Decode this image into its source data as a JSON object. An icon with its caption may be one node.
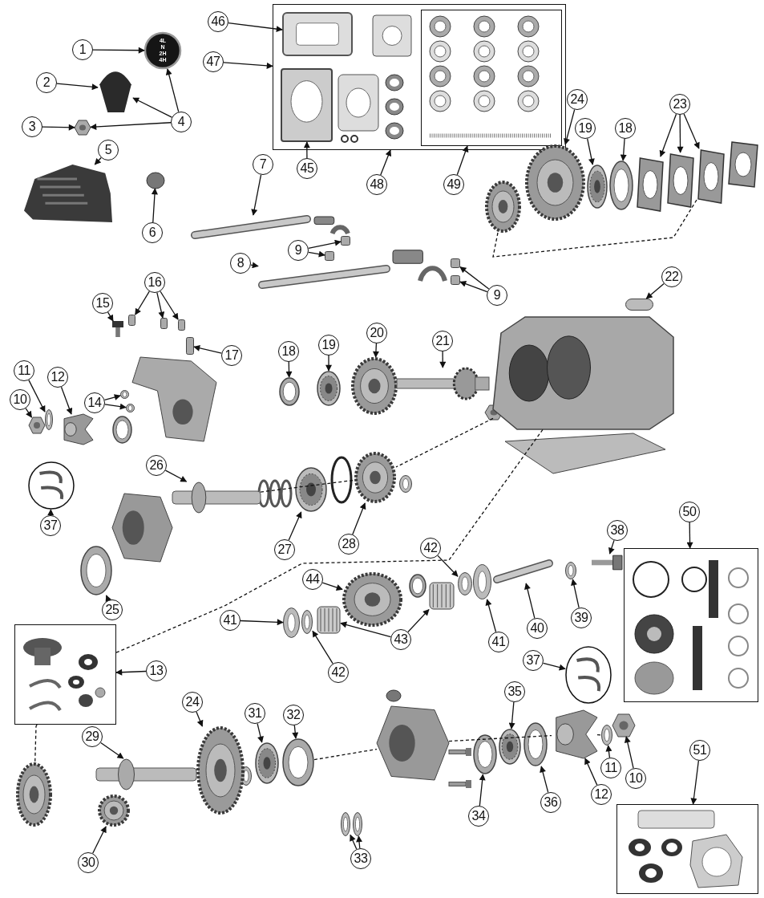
{
  "diagram": {
    "nodes": [
      {
        "text": [
          "1"
        ]
      },
      {
        "text": [
          "46"
        ]
      },
      {
        "text": [
          "47"
        ]
      },
      {
        "text": [
          "2"
        ]
      },
      {
        "text": [
          "24"
        ]
      },
      {
        "text": [
          "23"
        ]
      },
      {
        "text": [
          "4"
        ]
      },
      {
        "text": [
          "3"
        ]
      },
      {
        "text": [
          "19"
        ]
      },
      {
        "text": [
          "18"
        ]
      },
      {
        "text": [
          "7"
        ]
      },
      {
        "text": [
          "5"
        ]
      },
      {
        "text": [
          "45"
        ]
      },
      {
        "text": [
          "48"
        ]
      },
      {
        "text": [
          "49"
        ]
      },
      {
        "text": [
          "6"
        ]
      },
      {
        "text": [
          "9"
        ]
      },
      {
        "text": [
          "8"
        ]
      },
      {
        "text": [
          "22"
        ]
      },
      {
        "text": [
          "16"
        ]
      },
      {
        "text": [
          "9"
        ]
      },
      {
        "text": [
          "15"
        ]
      },
      {
        "text": [
          "20"
        ]
      },
      {
        "text": [
          "18"
        ]
      },
      {
        "text": [
          "19"
        ]
      },
      {
        "text": [
          "21"
        ]
      },
      {
        "text": [
          "17"
        ]
      },
      {
        "text": [
          "11"
        ]
      },
      {
        "text": [
          "12"
        ]
      },
      {
        "text": [
          "10"
        ]
      },
      {
        "text": [
          "14"
        ]
      },
      {
        "text": [
          "26"
        ]
      },
      {
        "text": [
          "38"
        ]
      },
      {
        "text": [
          "50"
        ]
      },
      {
        "text": [
          "37"
        ]
      },
      {
        "text": [
          "42"
        ]
      },
      {
        "text": [
          "27"
        ]
      },
      {
        "text": [
          "28"
        ]
      },
      {
        "text": [
          "44"
        ]
      },
      {
        "text": [
          "25"
        ]
      },
      {
        "text": [
          "41"
        ]
      },
      {
        "text": [
          "39"
        ]
      },
      {
        "text": [
          "40"
        ]
      },
      {
        "text": [
          "41"
        ]
      },
      {
        "text": [
          "42"
        ]
      },
      {
        "text": [
          "43"
        ]
      },
      {
        "text": [
          "13"
        ]
      },
      {
        "text": [
          "37"
        ]
      },
      {
        "text": [
          "35"
        ]
      },
      {
        "text": [
          "24"
        ]
      },
      {
        "text": [
          "31"
        ]
      },
      {
        "text": [
          "32"
        ]
      },
      {
        "text": [
          "29"
        ]
      },
      {
        "text": [
          "11"
        ]
      },
      {
        "text": [
          "10"
        ]
      },
      {
        "text": [
          "51"
        ]
      },
      {
        "text": [
          "34"
        ]
      },
      {
        "text": [
          "36"
        ]
      },
      {
        "text": [
          "12"
        ]
      },
      {
        "text": [
          "33"
        ]
      },
      {
        "text": [
          "30"
        ]
      },
      {
        "text": [
          "4L N 2H 4H"
        ]
      },
      {
        "text": [],
        "shape": "picture"
      },
      {
        "text": [],
        "shape": "picture"
      },
      {
        "text": [],
        "shape": "picture"
      },
      {
        "text": [],
        "shape": "circle"
      },
      {
        "text": [],
        "shape": "box"
      },
      {
        "text": [],
        "shape": "picture",
        "in": 66
      },
      {
        "text": [],
        "shape": "picture",
        "in": 66
      },
      {
        "text": [],
        "shape": "box",
        "in": 66
      },
      {
        "text": [],
        "shape": "picture"
      },
      {
        "text": [],
        "shape": "picture"
      },
      {
        "text": [],
        "shape": "box"
      },
      {
        "text": [],
        "shape": "box"
      },
      {
        "text": [],
        "shape": "box"
      },
      {
        "text": [],
        "shape": "box"
      },
      {
        "text": [],
        "shape": "picture"
      },
      {
        "text": [],
        "shape": "picture"
      },
      {
        "text": [],
        "shape": "picture"
      },
      {
        "text": [],
        "shape": "picture"
      },
      {
        "text": [],
        "shape": "picture"
      },
      {
        "text": [],
        "shape": "picture"
      },
      {
        "text": [],
        "shape": "box"
      },
      {
        "text": [],
        "shape": "box"
      },
      {
        "text": [],
        "shape": "box"
      },
      {
        "text": [],
        "shape": "box"
      },
      {
        "text": [],
        "shape": "picture"
      },
      {
        "text": [],
        "shape": "box"
      },
      {
        "text": [],
        "shape": "picture"
      },
      {
        "text": [],
        "shape": "picture"
      },
      {
        "text": [],
        "shape": "picture"
      },
      {
        "text": [],
        "shape": "picture"
      },
      {
        "text": [],
        "shape": "picture"
      },
      {
        "text": [],
        "shape": "picture"
      },
      {
        "text": [],
        "shape": "picture"
      },
      {
        "text": [],
        "shape": "picture"
      },
      {
        "text": [],
        "shape": "picture"
      },
      {
        "text": [],
        "shape": "picture"
      },
      {
        "text": [],
        "shape": "picture"
      },
      {
        "text": [],
        "shape": "picture"
      },
      {
        "text": [],
        "shape": "picture"
      },
      {
        "text": [],
        "shape": "picture"
      },
      {
        "text": [],
        "shape": "picture"
      },
      {
        "text": [],
        "shape": "picture"
      },
      {
        "text": [],
        "shape": "picture"
      },
      {
        "text": [],
        "shape": "picture"
      },
      {
        "text": [],
        "shape": "picture"
      },
      {
        "text": [],
        "shape": "picture"
      },
      {
        "text": [],
        "shape": "picture"
      },
      {
        "text": [],
        "shape": "picture"
      },
      {
        "text": [],
        "shape": "picture"
      },
      {
        "text": [],
        "shape": "picture"
      },
      {
        "text": [],
        "shape": "box"
      },
      {
        "text": [],
        "shape": "box"
      },
      {
        "text": [],
        "shape": "picture"
      },
      {
        "text": [],
        "shape": "picture"
      },
      {
        "text": [],
        "shape": "picture"
      },
      {
        "text": [],
        "shape": "picture"
      },
      {
        "text": [],
        "shape": "picture"
      },
      {
        "text": [],
        "shape": "picture"
      },
      {
        "text": [],
        "shape": "box"
      },
      {
        "text": [],
        "shape": "picture"
      },
      {
        "text": [],
        "shape": "picture"
      },
      {
        "text": [],
        "shape": "picture"
      },
      {
        "text": [],
        "shape": "picture"
      },
      {
        "text": [],
        "shape": "picture"
      },
      {
        "text": [],
        "shape": "picture"
      },
      {
        "text": [],
        "shape": "picture"
      },
      {
        "text": [],
        "shape": "picture"
      },
      {
        "text": [],
        "shape": "picture"
      },
      {
        "text": [],
        "shape": "picture"
      },
      {
        "text": [],
        "shape": "picture"
      },
      {
        "text": [],
        "shape": "picture"
      }
    ],
    "edges": [
      {
        "from": 0,
        "to": 61,
        "arrow": "to"
      },
      {
        "from": 6,
        "to": 61,
        "arrow": "to"
      },
      {
        "from": 6,
        "to": 62,
        "arrow": "to"
      },
      {
        "from": 6,
        "to": 63,
        "arrow": "to"
      },
      {
        "from": 3,
        "to": 62,
        "arrow": "to"
      },
      {
        "from": 7,
        "to": 63,
        "arrow": "to"
      },
      {
        "from": 11,
        "to": 64,
        "arrow": "to"
      },
      {
        "from": 15,
        "to": 65,
        "arrow": "to"
      },
      {
        "from": 2,
        "to": 66,
        "arrow": "to"
      },
      {
        "from": 13,
        "to": 66,
        "arrow": "to"
      },
      {
        "from": 1,
        "to": 67,
        "arrow": "to"
      },
      {
        "from": 12,
        "to": 68,
        "arrow": "to"
      },
      {
        "from": 14,
        "to": 69,
        "arrow": "to"
      },
      {
        "from": 10,
        "to": 70,
        "arrow": "to"
      },
      {
        "from": 17,
        "to": 71,
        "arrow": "to"
      },
      {
        "from": 16,
        "to": 72,
        "arrow": "to"
      },
      {
        "from": 16,
        "to": 73,
        "arrow": "to"
      },
      {
        "from": 20,
        "to": 74,
        "arrow": "to"
      },
      {
        "from": 20,
        "to": 75,
        "arrow": "to"
      },
      {
        "from": 4,
        "to": 76,
        "arrow": "to"
      },
      {
        "from": 8,
        "to": 77,
        "arrow": "to"
      },
      {
        "from": 9,
        "to": 78,
        "arrow": "to"
      },
      {
        "from": 5,
        "to": 79,
        "arrow": "to"
      },
      {
        "from": 5,
        "to": 80,
        "arrow": "to"
      },
      {
        "from": 5,
        "to": 81,
        "arrow": "to"
      },
      {
        "from": 18,
        "to": 82,
        "arrow": "to"
      },
      {
        "from": 19,
        "to": 83,
        "arrow": "to"
      },
      {
        "from": 19,
        "to": 84,
        "arrow": "to"
      },
      {
        "from": 19,
        "to": 85,
        "arrow": "to"
      },
      {
        "from": 21,
        "to": 86,
        "arrow": "to"
      },
      {
        "from": 26,
        "to": 87,
        "arrow": "to"
      },
      {
        "from": 27,
        "to": 88,
        "arrow": "to"
      },
      {
        "from": 29,
        "to": 89,
        "arrow": "to"
      },
      {
        "from": 28,
        "to": 90,
        "arrow": "to"
      },
      {
        "from": 30,
        "to": 91,
        "arrow": "to"
      },
      {
        "from": 30,
        "to": 92,
        "arrow": "to"
      },
      {
        "from": 23,
        "to": 93,
        "arrow": "to"
      },
      {
        "from": 24,
        "to": 94,
        "arrow": "to"
      },
      {
        "from": 22,
        "to": 95,
        "arrow": "to"
      },
      {
        "from": 25,
        "to": 96,
        "arrow": "to"
      },
      {
        "from": 31,
        "to": 97,
        "arrow": "to"
      },
      {
        "from": 36,
        "to": 98,
        "arrow": "to"
      },
      {
        "from": 37,
        "to": 99,
        "arrow": "to"
      },
      {
        "from": 34,
        "to": 100,
        "arrow": "to"
      },
      {
        "from": 39,
        "to": 101,
        "arrow": "to"
      },
      {
        "from": 32,
        "to": 102,
        "arrow": "to"
      },
      {
        "from": 35,
        "to": 103,
        "arrow": "to"
      },
      {
        "from": 38,
        "to": 104,
        "arrow": "to"
      },
      {
        "from": 40,
        "to": 105,
        "arrow": "to"
      },
      {
        "from": 44,
        "to": 106,
        "arrow": "to"
      },
      {
        "from": 45,
        "to": 107,
        "arrow": "to"
      },
      {
        "from": 45,
        "to": 108,
        "arrow": "to"
      },
      {
        "from": 43,
        "to": 109,
        "arrow": "to"
      },
      {
        "from": 42,
        "to": 110,
        "arrow": "to"
      },
      {
        "from": 41,
        "to": 111,
        "arrow": "to"
      },
      {
        "from": 33,
        "to": 112,
        "arrow": "to"
      },
      {
        "from": 46,
        "to": 113,
        "arrow": "to"
      },
      {
        "from": 47,
        "to": 114,
        "arrow": "to"
      },
      {
        "from": 48,
        "to": 115,
        "arrow": "to"
      },
      {
        "from": 49,
        "to": 116,
        "arrow": "to"
      },
      {
        "from": 50,
        "to": 117,
        "arrow": "to"
      },
      {
        "from": 51,
        "to": 118,
        "arrow": "to"
      },
      {
        "from": 52,
        "to": 119,
        "arrow": "to"
      },
      {
        "from": 55,
        "to": 120,
        "arrow": "to"
      },
      {
        "from": 53,
        "to": 121,
        "arrow": "to"
      },
      {
        "from": 54,
        "to": 122,
        "arrow": "to"
      },
      {
        "from": 56,
        "to": 123,
        "arrow": "to"
      },
      {
        "from": 57,
        "to": 124,
        "arrow": "to"
      },
      {
        "from": 58,
        "to": 125,
        "arrow": "to"
      },
      {
        "from": 59,
        "to": 126,
        "arrow": "to"
      },
      {
        "from": 59,
        "to": 127,
        "arrow": "to"
      },
      {
        "from": 60,
        "to": 128,
        "arrow": "to"
      },
      {
        "from": 129,
        "to": 81,
        "arrow": "none",
        "style": "dashed"
      },
      {
        "from": 130,
        "to": 99,
        "arrow": "none",
        "style": "dashed"
      },
      {
        "from": 97,
        "to": 99,
        "arrow": "none",
        "style": "dashed"
      },
      {
        "from": 113,
        "to": 130,
        "arrow": "none",
        "style": "dashed"
      },
      {
        "from": 113,
        "to": 131,
        "arrow": "none",
        "style": "dashed"
      },
      {
        "from": 118,
        "to": 132,
        "arrow": "none",
        "style": "dashed"
      },
      {
        "from": 132,
        "to": 125,
        "arrow": "none",
        "style": "dashed"
      },
      {
        "from": 125,
        "to": 121,
        "arrow": "none",
        "style": "dashed"
      }
    ]
  }
}
